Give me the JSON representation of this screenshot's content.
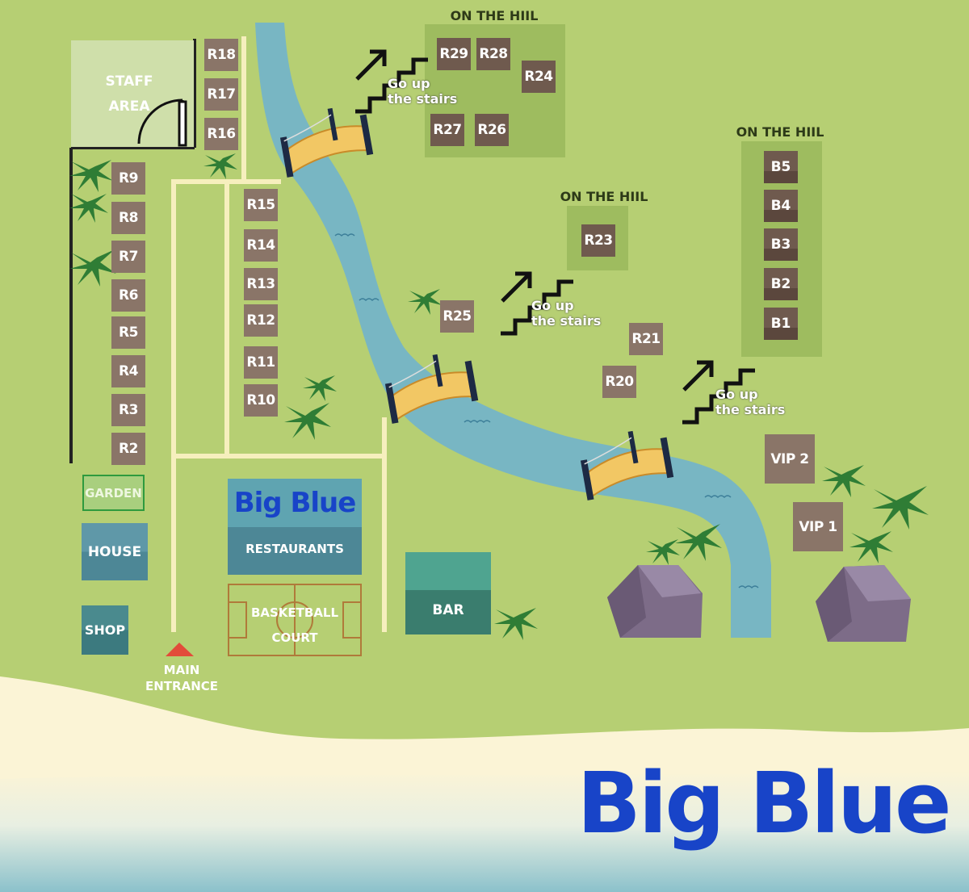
{
  "title": "Big Blue",
  "staff_area": "STAFF\nAREA",
  "hill_label": "ON THE HIIL",
  "stairs_text": "Go up\nthe stairs",
  "rooms_left": [
    "R9",
    "R8",
    "R7",
    "R6",
    "R5",
    "R4",
    "R3",
    "R2"
  ],
  "rooms_top": [
    "R18",
    "R17",
    "R16"
  ],
  "rooms_middle": [
    "R15",
    "R14",
    "R13",
    "R12",
    "R11",
    "R10"
  ],
  "rooms_hill_top": [
    "R29",
    "R28",
    "R24",
    "R27",
    "R26"
  ],
  "room_r23": "R23",
  "room_r25": "R25",
  "room_r21": "R21",
  "room_r20": "R20",
  "bunks": [
    "B5",
    "B4",
    "B3",
    "B2",
    "B1"
  ],
  "vip2": "VIP 2",
  "vip1": "VIP 1",
  "garden": "GARDEN",
  "house": "HOUSE",
  "shop": "SHOP",
  "restaurant_logo": "Big Blue",
  "restaurants": "RESTAURANTS",
  "basketball": "BASKETBALL\nCOURT",
  "bar": "BAR",
  "main_entrance": "MAIN\nENTRANCE",
  "colors": {
    "grass": "#b6cf73",
    "hill": "#9ebc5f",
    "river": "#78b6c3",
    "room": "#8a7568",
    "path": "#f6efbd",
    "sand": "#fbf4d6",
    "sea": "#8bc1cb",
    "logo": "#1844c8"
  }
}
